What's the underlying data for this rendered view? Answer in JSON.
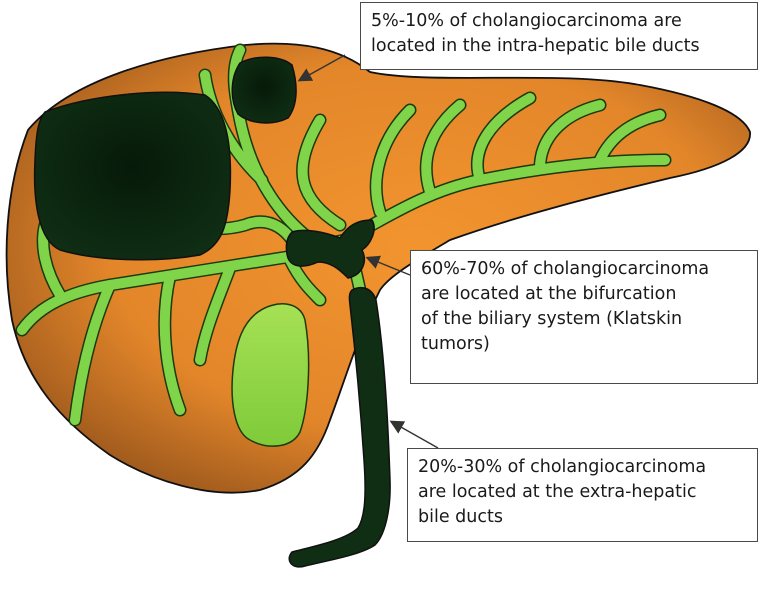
{
  "figure": {
    "colors": {
      "liver_light": "#f2942e",
      "liver_dark": "#7a4216",
      "duct_green": "#80d44a",
      "duct_outline": "#1c3a0e",
      "tumor": "#0f2e14",
      "tumor_center": "#061a09",
      "gallbladder": "#9ad84a",
      "outline": "#111111",
      "arrow": "#333333"
    },
    "callouts": {
      "intra_hepatic": {
        "lines": [
          "5%-10% of cholangiocarcinoma are",
          "located in the intra-hepatic bile ducts"
        ]
      },
      "bifurcation": {
        "lines": [
          "60%-70% of cholangiocarcinoma",
          "are located at the bifurcation",
          "of the biliary system (Klatskin",
          "tumors)"
        ]
      },
      "extra_hepatic": {
        "lines": [
          "20%-30% of cholangiocarcinoma",
          "are located at the extra-hepatic",
          "bile ducts"
        ]
      }
    }
  }
}
